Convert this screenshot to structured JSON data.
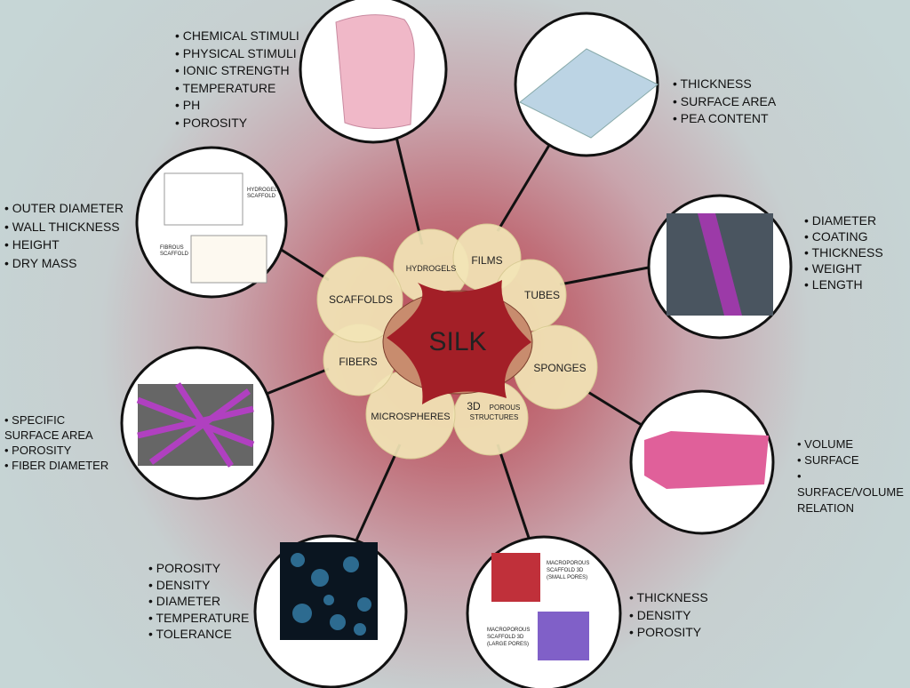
{
  "center": {
    "label": "SILK"
  },
  "petals": {
    "hydrogels": "HYDROGELS",
    "films": "FILMS",
    "tubes": "TUBES",
    "sponges": "SPONGES",
    "porous_1": "3D",
    "porous_2": "POROUS",
    "porous_3": "STRUCTURES",
    "microspheres": "MICROSPHERES",
    "fibers": "FIBERS",
    "scaffolds": "SCAFFOLDS"
  },
  "image_labels": {
    "hydrogel_scaffold": [
      "HYDROGEL",
      "SCAFFOLD"
    ],
    "fibrous_scaffold": [
      "FIBROUS",
      "SCAFFOLD"
    ],
    "macro_small": [
      "MACROPOROUS",
      "SCAFFOLD 3D",
      "(SMALL PORES)"
    ],
    "macro_large": [
      "MACROPOROUS",
      "SCAFFOLD 3D",
      "(LARGE PORES)"
    ]
  },
  "lists": {
    "hydrogels": [
      "CHEMICAL STIMULI",
      "PHYSICAL STIMULI",
      "IONIC STRENGTH",
      "TEMPERATURE",
      "PH",
      "POROSITY"
    ],
    "films": [
      "THICKNESS",
      "SURFACE AREA",
      "PEA CONTENT"
    ],
    "scaffolds": [
      "OUTER DIAMETER",
      "WALL THICKNESS",
      "HEIGHT",
      "DRY MASS"
    ],
    "tubes": [
      "DIAMETER",
      "COATING",
      "THICKNESS",
      "WEIGHT",
      "LENGTH"
    ],
    "fibers": [
      "SPECIFIC SURFACE AREA",
      "POROSITY",
      "FIBER DIAMETER"
    ],
    "sponges": [
      "VOLUME",
      "SURFACE",
      "SURFACE/VOLUME RELATION"
    ],
    "microspheres": [
      "POROSITY",
      "DENSITY",
      "DIAMETER",
      "TEMPERATURE",
      "TOLERANCE"
    ],
    "porous": [
      "THICKNESS",
      "DENSITY",
      "POROSITY"
    ]
  }
}
